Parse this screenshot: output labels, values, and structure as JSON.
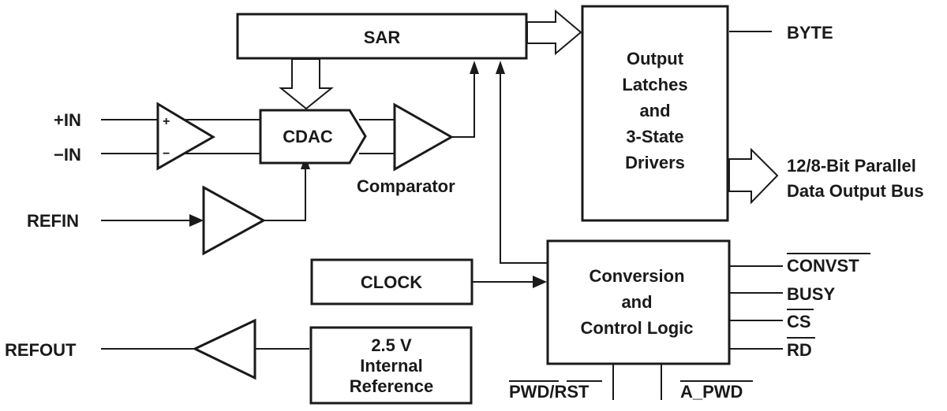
{
  "blocks": {
    "sar": "SAR",
    "cdac": "CDAC",
    "comparator": "Comparator",
    "output_latches": [
      "Output",
      "Latches",
      "and",
      "3-State",
      "Drivers"
    ],
    "clock": "CLOCK",
    "conversion_logic": [
      "Conversion",
      "and",
      "Control Logic"
    ],
    "reference": [
      "2.5 V",
      "Internal",
      "Reference"
    ]
  },
  "pins": {
    "in_plus": "+IN",
    "in_minus": "−IN",
    "refin": "REFIN",
    "refout": "REFOUT",
    "byte": "BYTE",
    "data_bus": [
      "12/8-Bit Parallel",
      "Data Output Bus"
    ],
    "convst": "CONVST",
    "busy": "BUSY",
    "cs": "CS",
    "rd": "RD",
    "pwd_rst": "PWD/RST",
    "a_pwd": "A_PWD"
  },
  "amp_signs": {
    "plus": "+",
    "minus": "−"
  }
}
